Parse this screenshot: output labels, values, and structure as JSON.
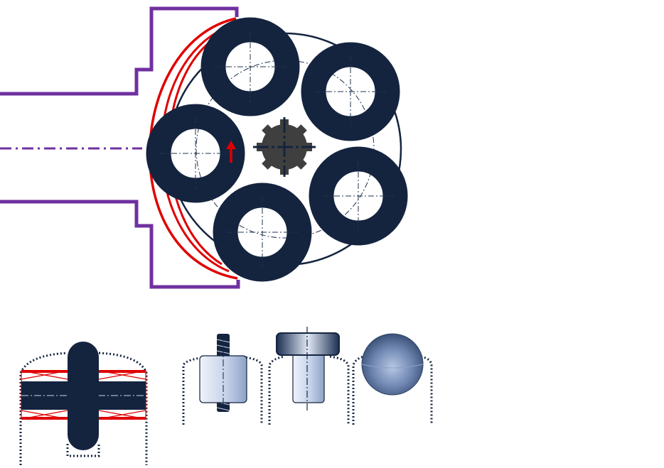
{
  "colors": {
    "housing": "#7030a0",
    "spring": "#e00000",
    "roller": "#14243f",
    "hub": "#3f3f3f",
    "centerline": "#20344f",
    "metal_light": "#e8eef8",
    "metal_dark": "#8ea3c6",
    "ball_dark": "#2f4468",
    "ball_light": "#b8c8e4",
    "outline": "#14243f"
  },
  "icons": {
    "direction_arrow": "arrow-up-icon",
    "hub": "splined-hub-icon",
    "ball": "ball-icon"
  },
  "diagram": {
    "rollers": 5,
    "spline_teeth": 8,
    "variants": [
      "coil-spring-section",
      "threaded-pin-insert",
      "headed-pin-insert",
      "ball-insert"
    ]
  }
}
